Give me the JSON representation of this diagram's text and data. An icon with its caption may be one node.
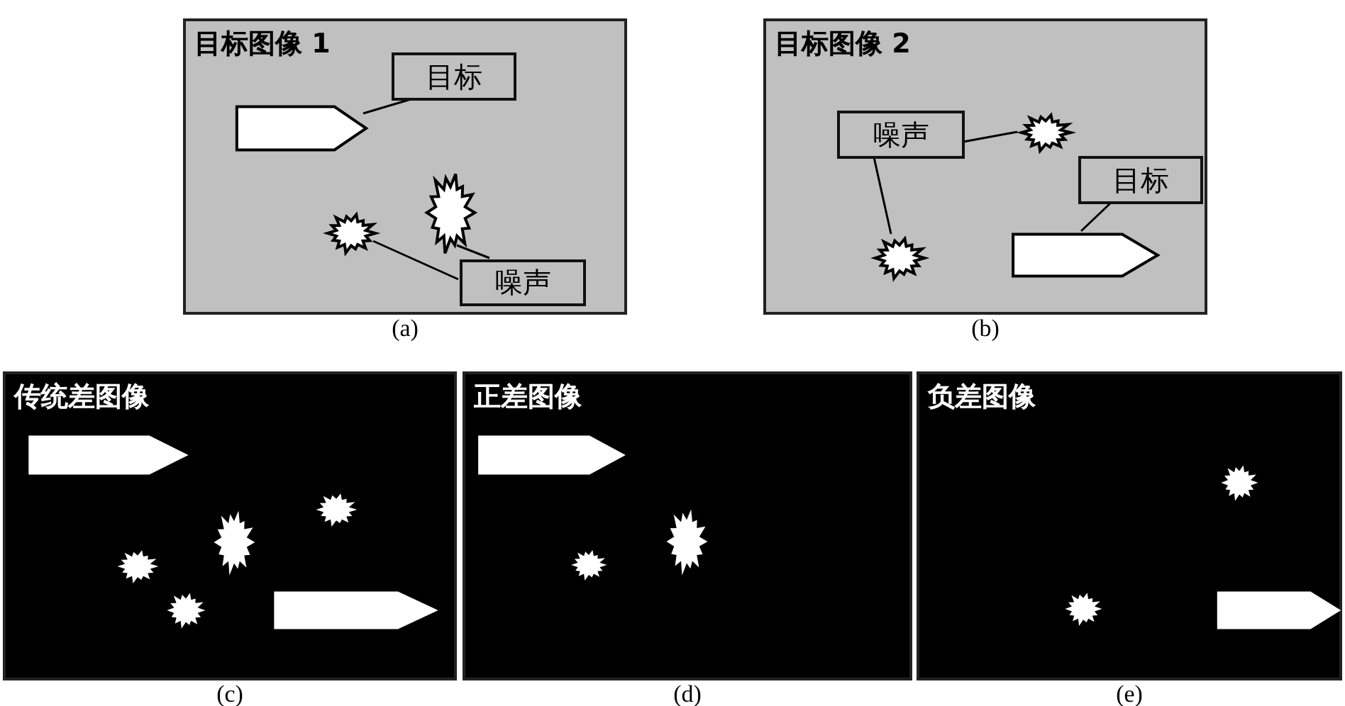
{
  "diagram": {
    "nodes": [
      {
        "text": [
          "目标图像 1"
        ],
        "beside": [
          "(a)"
        ]
      },
      {
        "text": [
          "目标"
        ],
        "in": 0
      },
      {
        "text": [
          "噪声"
        ],
        "in": 0
      },
      {
        "text": [],
        "shape": "arrow",
        "in": 0
      },
      {
        "text": [],
        "shape": "star",
        "in": 0
      },
      {
        "text": [],
        "shape": "star",
        "in": 0
      },
      {
        "text": [
          "目标图像 2"
        ],
        "beside": [
          "(b)"
        ]
      },
      {
        "text": [
          "噪声"
        ],
        "in": 6
      },
      {
        "text": [
          "目标"
        ],
        "in": 6
      },
      {
        "text": [],
        "shape": "star",
        "in": 6
      },
      {
        "text": [],
        "shape": "star",
        "in": 6
      },
      {
        "text": [],
        "shape": "arrow",
        "in": 6
      },
      {
        "text": [
          "传统差图像"
        ],
        "beside": [
          "(c)"
        ]
      },
      {
        "text": [
          "正差图像"
        ],
        "beside": [
          "(d)"
        ]
      },
      {
        "text": [
          "负差图像"
        ],
        "beside": [
          "(e)"
        ]
      }
    ],
    "edges": [
      {
        "from": 1,
        "to": 3,
        "arrow": "none"
      },
      {
        "from": 2,
        "to": 4,
        "arrow": "none"
      },
      {
        "from": 2,
        "to": 5,
        "arrow": "none"
      },
      {
        "from": 7,
        "to": 9,
        "arrow": "none"
      },
      {
        "from": 7,
        "to": 10,
        "arrow": "none"
      },
      {
        "from": 8,
        "to": 11,
        "arrow": "none"
      }
    ]
  }
}
